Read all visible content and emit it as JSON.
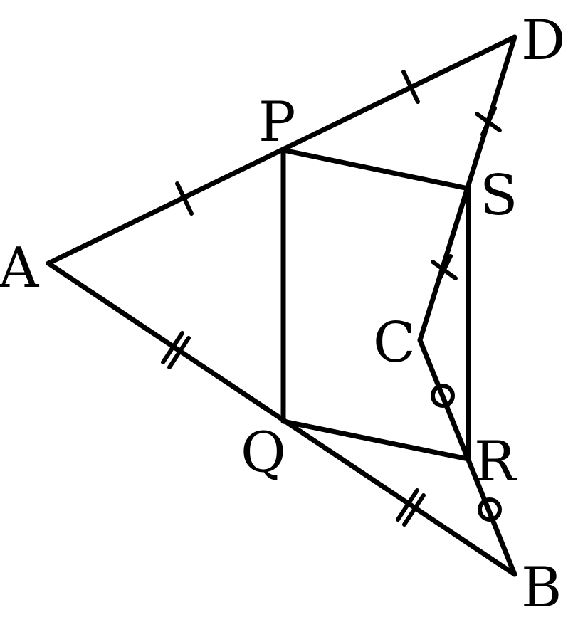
{
  "labels": {
    "A": "A",
    "B": "B",
    "C": "C",
    "D": "D",
    "P": "P",
    "Q": "Q",
    "R": "R",
    "S": "S"
  },
  "colors": {
    "stroke": "#000000",
    "background": "#ffffff"
  }
}
